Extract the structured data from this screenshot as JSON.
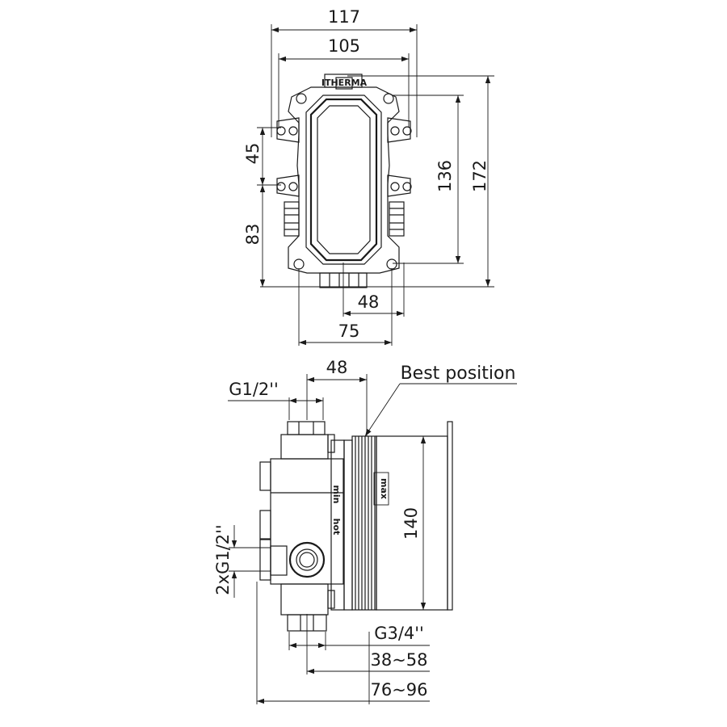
{
  "top_view": {
    "dims": {
      "width_outer": "117",
      "width_inner": "105",
      "height_total": "172",
      "height_inner": "136",
      "upper_spacing": "45",
      "lower_spacing": "83",
      "bottom_inner": "48",
      "bottom_outer": "75"
    },
    "logo_text": "ITHERMA"
  },
  "side_view": {
    "dims": {
      "top_depth": "48",
      "thread_top": "G1/2''",
      "thread_side": "2xG1/2''",
      "height": "140",
      "thread_bottom": "G3/4''",
      "depth_range_small": "38~58",
      "depth_range_large": "76~96"
    },
    "labels": {
      "best_position": "Best position",
      "min": "min",
      "max": "max",
      "hot": "hot"
    }
  }
}
